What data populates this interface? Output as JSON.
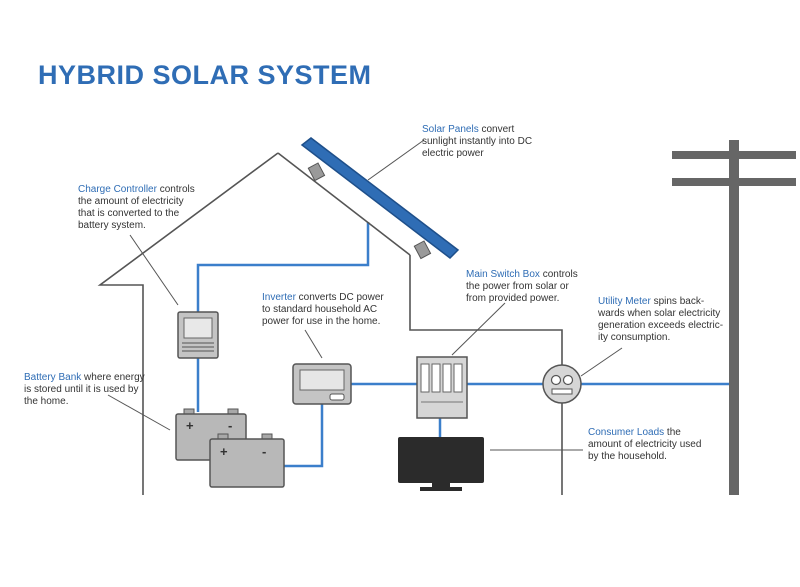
{
  "title": "HYBRID SOLAR SYSTEM",
  "colors": {
    "accent_blue": "#2f6db5",
    "wire_blue": "#3b7fcb",
    "structure_gray": "#555555",
    "device_gray": "#b5b5b5",
    "dark_device": "#2b2b2b"
  },
  "labels": {
    "solar_panels": {
      "name": "Solar Panels",
      "lines": [
        " convert",
        "sunlight instantly into DC",
        "electric power"
      ]
    },
    "charge_controller": {
      "name": "Charge Controller",
      "lines": [
        " controls",
        "the amount of electricity",
        "that is converted to the",
        "battery system."
      ]
    },
    "main_switch_box": {
      "name": "Main Switch Box",
      "lines": [
        " controls",
        "the power from solar or",
        "from provided power."
      ]
    },
    "inverter": {
      "name": "Inverter",
      "lines": [
        " converts DC power",
        "to standard household AC",
        "power for use in the home."
      ]
    },
    "utility_meter": {
      "name": "Utility Meter",
      "lines": [
        " spins back-",
        "wards when solar electricity",
        "generation exceeds electric-",
        "ity consumption."
      ]
    },
    "battery_bank": {
      "name": "Battery Bank",
      "lines": [
        " where energy",
        "is stored until it is used by",
        "the home."
      ]
    },
    "consumer_loads": {
      "name": "Consumer Loads",
      "lines": [
        " the",
        "amount of electricity used",
        "by the household."
      ]
    }
  },
  "battery_terminals": {
    "positive": "+",
    "negative": "-"
  }
}
